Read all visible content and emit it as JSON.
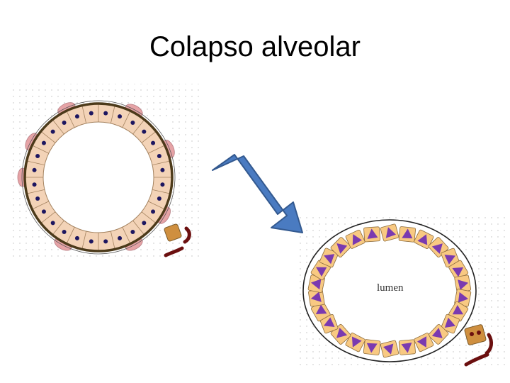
{
  "slide": {
    "title": "Colapso alveolar"
  },
  "diagram": {
    "before": {
      "name": "normal-alveolus",
      "cell_fill": "#f3d3b7",
      "nucleus_color": "#1d1660",
      "membrane_color": "#4c3a1a",
      "pericyte_color": "#e6a3a6"
    },
    "after": {
      "name": "collapsed-alveolus",
      "lumen_label": "lumen",
      "cell_fill": "#f8c982",
      "cell_border": "#8b6a3a",
      "nucleus_color": "#7a3ab0"
    },
    "arrow_color": "#4a7bc1",
    "grid_dot_color": "#bfbfbf",
    "debris_colors": {
      "cell": "#cf8f3f",
      "fiber": "#6b0f0f"
    }
  }
}
